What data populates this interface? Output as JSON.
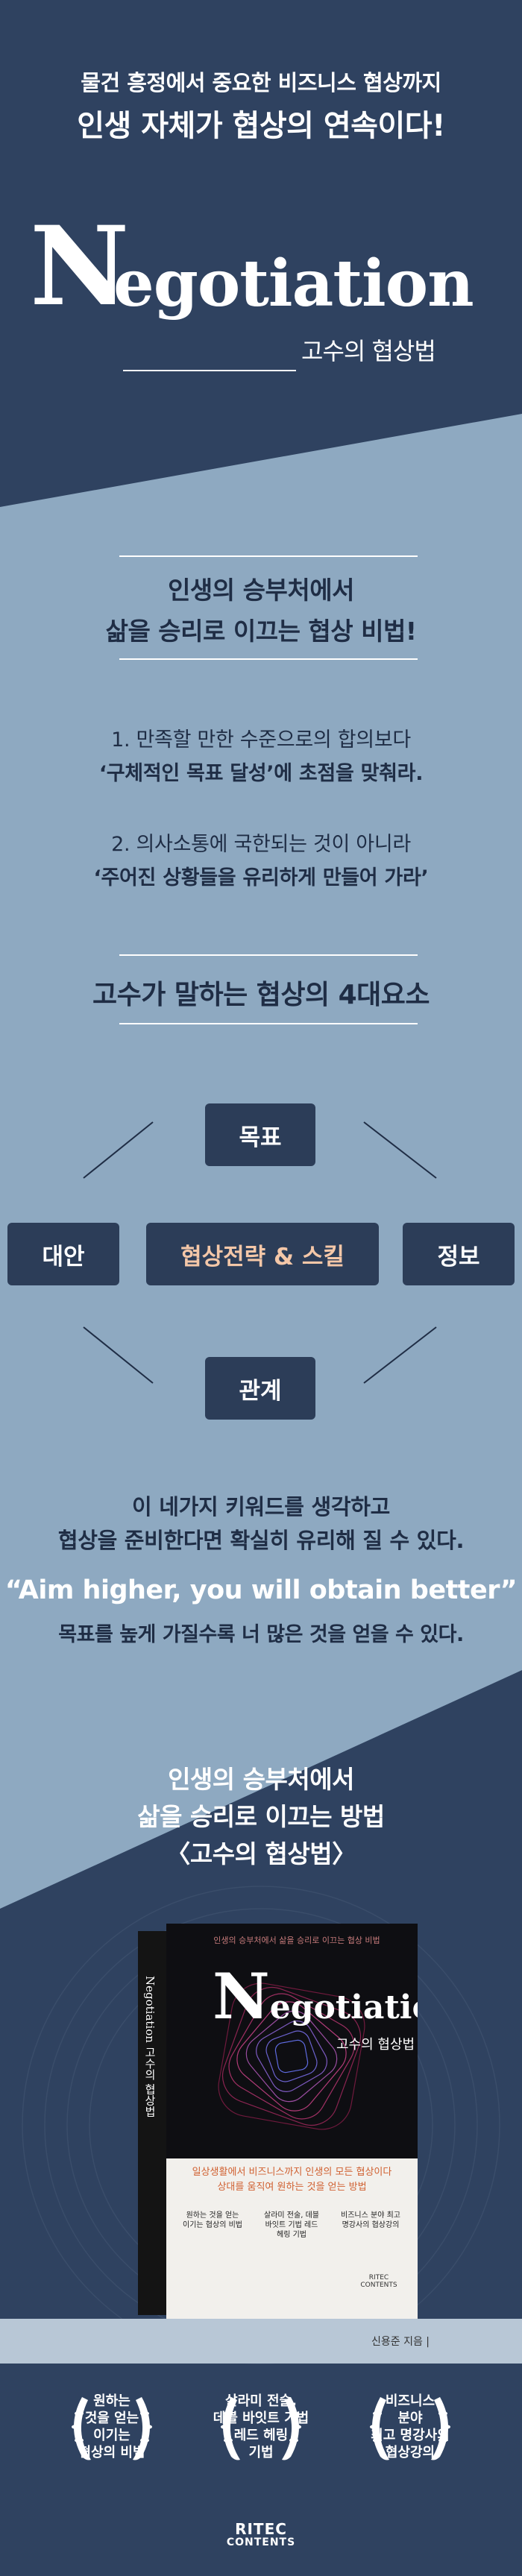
{
  "header": {
    "line1": "물건 흥정에서 중요한 비즈니스 협상까지",
    "line2": "인생 자체가 협상의 연속이다!",
    "logo_initial": "N",
    "logo_rest": "egotiation",
    "logo_sub": "고수의 협상법"
  },
  "section1": {
    "title_line1": "인생의 승부처에서",
    "title_line2": "삶을 승리로 이끄는 협상 비법!",
    "point1_a": "1. 만족할 만한 수준으로의 합의보다",
    "point1_b": "‘구체적인 목표 달성’에 초점을 맞춰라.",
    "point2_a": "2. 의사소통에 국한되는 것이 아니라",
    "point2_b": "‘주어진 상황들을 유리하게 만들어 가라’"
  },
  "keywords": {
    "title": "고수가 말하는 협상의 4대요소",
    "top": "목표",
    "left": "대안",
    "center": "협상전략 & 스킬",
    "right": "정보",
    "bottom": "관계",
    "caption1": "이 네가지 키워드를 생각하고",
    "caption2": "협상을 준비한다면 확실히 유리해 질 수 있다."
  },
  "quote": {
    "english": "“Aim higher, you will obtain better”",
    "korean": "목표를 높게 가질수록 너 많은 것을 얻을 수 있다."
  },
  "closing": {
    "line1": "인생의 승부처에서",
    "line2": "삶을 승리로 이끄는 방법",
    "line3": "〈고수의 협상법〉"
  },
  "book": {
    "spine_title": "Negotiation 고수의 협상법",
    "top_text": "인생의 승부처에서 삶을 승리로 이끄는 협상 비법",
    "logo_initial": "N",
    "logo_rest": "egotiation",
    "subtitle": "고수의 협상법",
    "blurb1": "일상생활에서 비즈니스까지 인생의 모든 협상이다",
    "blurb2": "상대를 움직여 원하는 것을 얻는 방법",
    "badge1": "원하는 것을 얻는 이기는 협상의 비법",
    "badge2": "살라미 전술, 데블 바잇트 기법 레드 헤링 기법",
    "badge3": "비즈니스 분야 최고 명강사의 협상강의",
    "publisher": "RITEC CONTENTS",
    "author_caption": "신용준 지음 |"
  },
  "badges": [
    {
      "line1": "원하는",
      "line2": "것을 얻는",
      "line3": "이기는",
      "line4": "협상의 비법"
    },
    {
      "line1": "살라미 전술,",
      "line2": "데블 바잇트 기법",
      "line3": "레드 헤링",
      "line4": "기법"
    },
    {
      "line1": "비즈니스",
      "line2": "분야",
      "line3": "최고 명강사의",
      "line4": "협상강의"
    }
  ],
  "publisher_logo": {
    "line1": "RITEC",
    "line2": "CONTENTS"
  },
  "colors": {
    "navy": "#2f4260",
    "light_blue": "#8ea9c1",
    "node_bg": "#2c3d58",
    "center_text": "#f4c7a8"
  }
}
